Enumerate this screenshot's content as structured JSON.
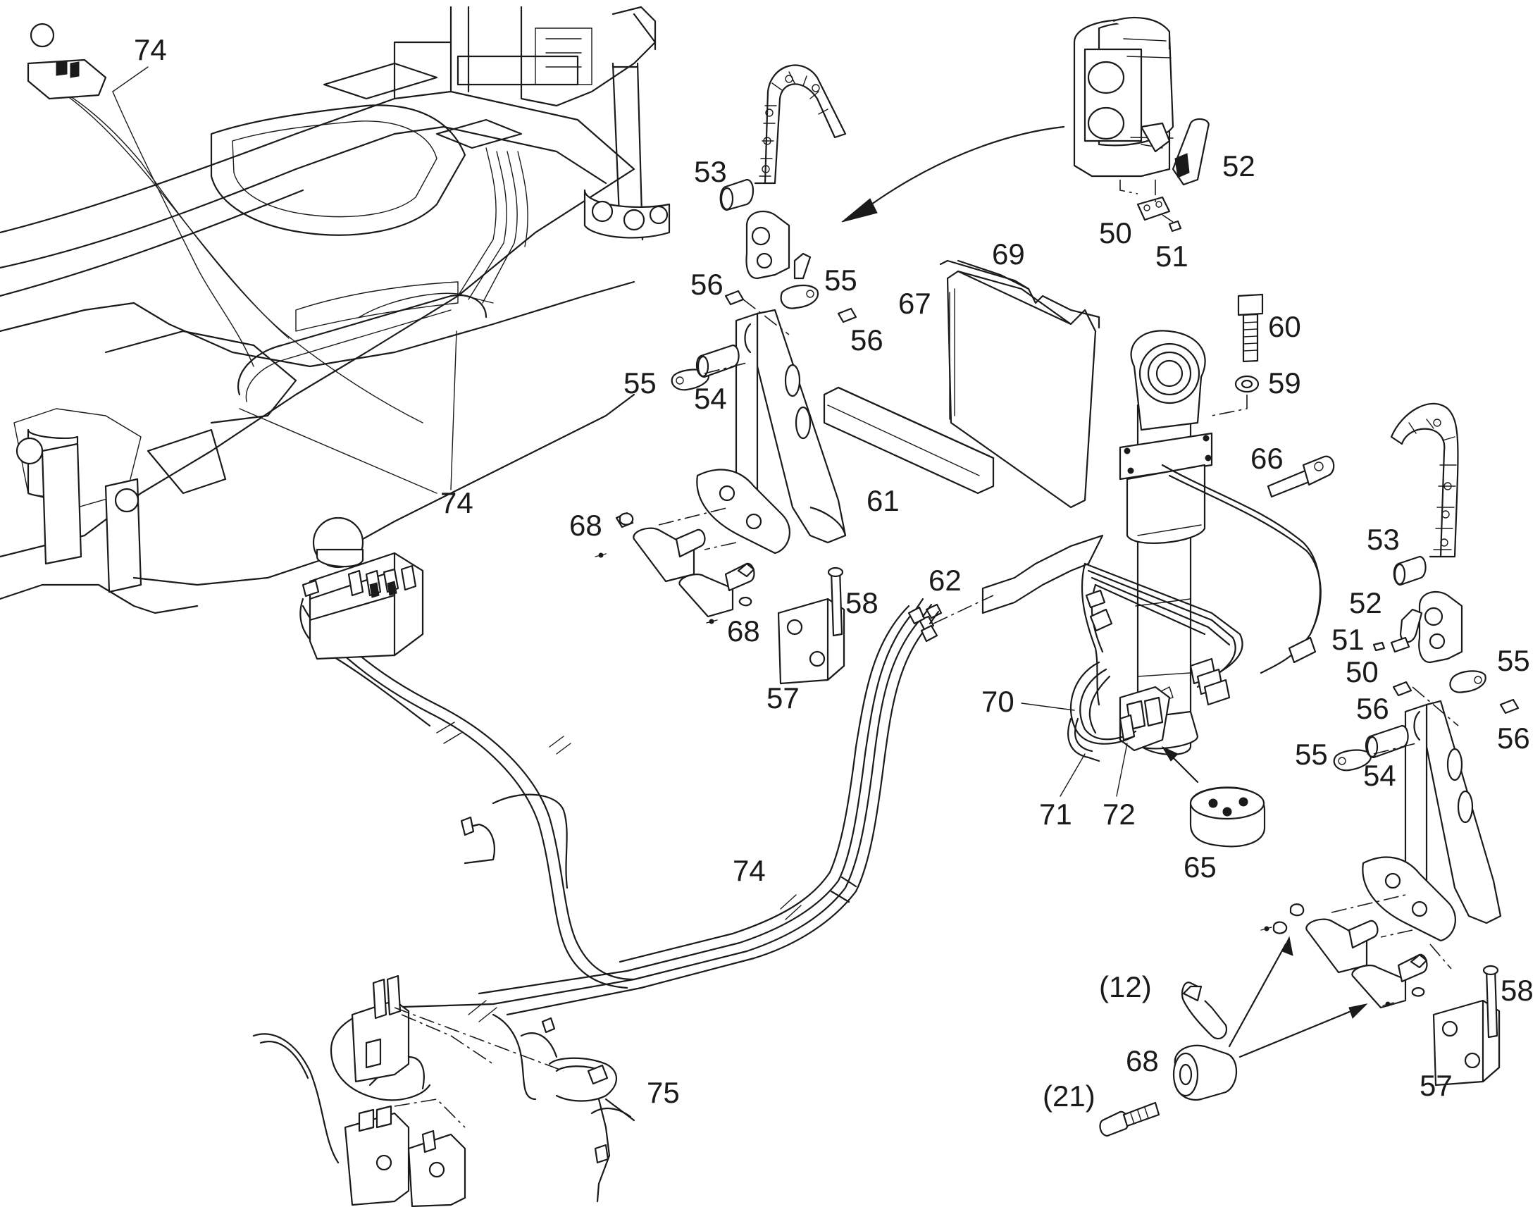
{
  "labels": {
    "l74a": "74",
    "l74b": "74",
    "l74c": "74",
    "l53a": "53",
    "l52a": "52",
    "l50a": "50",
    "l51a": "51",
    "l56a": "56",
    "l55a": "55",
    "l56b": "56",
    "l55b": "55",
    "l54a": "54",
    "l69": "69",
    "l67": "67",
    "l60": "60",
    "l59": "59",
    "l66": "66",
    "l61": "61",
    "l62": "62",
    "l68a": "68",
    "l68b": "68",
    "l58a": "58",
    "l57a": "57",
    "l70": "70",
    "l71": "71",
    "l72": "72",
    "l65": "65",
    "l53b": "53",
    "l52b": "52",
    "l51b": "51",
    "l50b": "50",
    "l55c": "55",
    "l56c": "56",
    "l56d": "56",
    "l55d": "55",
    "l54b": "54",
    "l58b": "58",
    "l57b": "57",
    "l12": "(12)",
    "l68c": "68",
    "l21": "(21)",
    "l75": "75"
  }
}
